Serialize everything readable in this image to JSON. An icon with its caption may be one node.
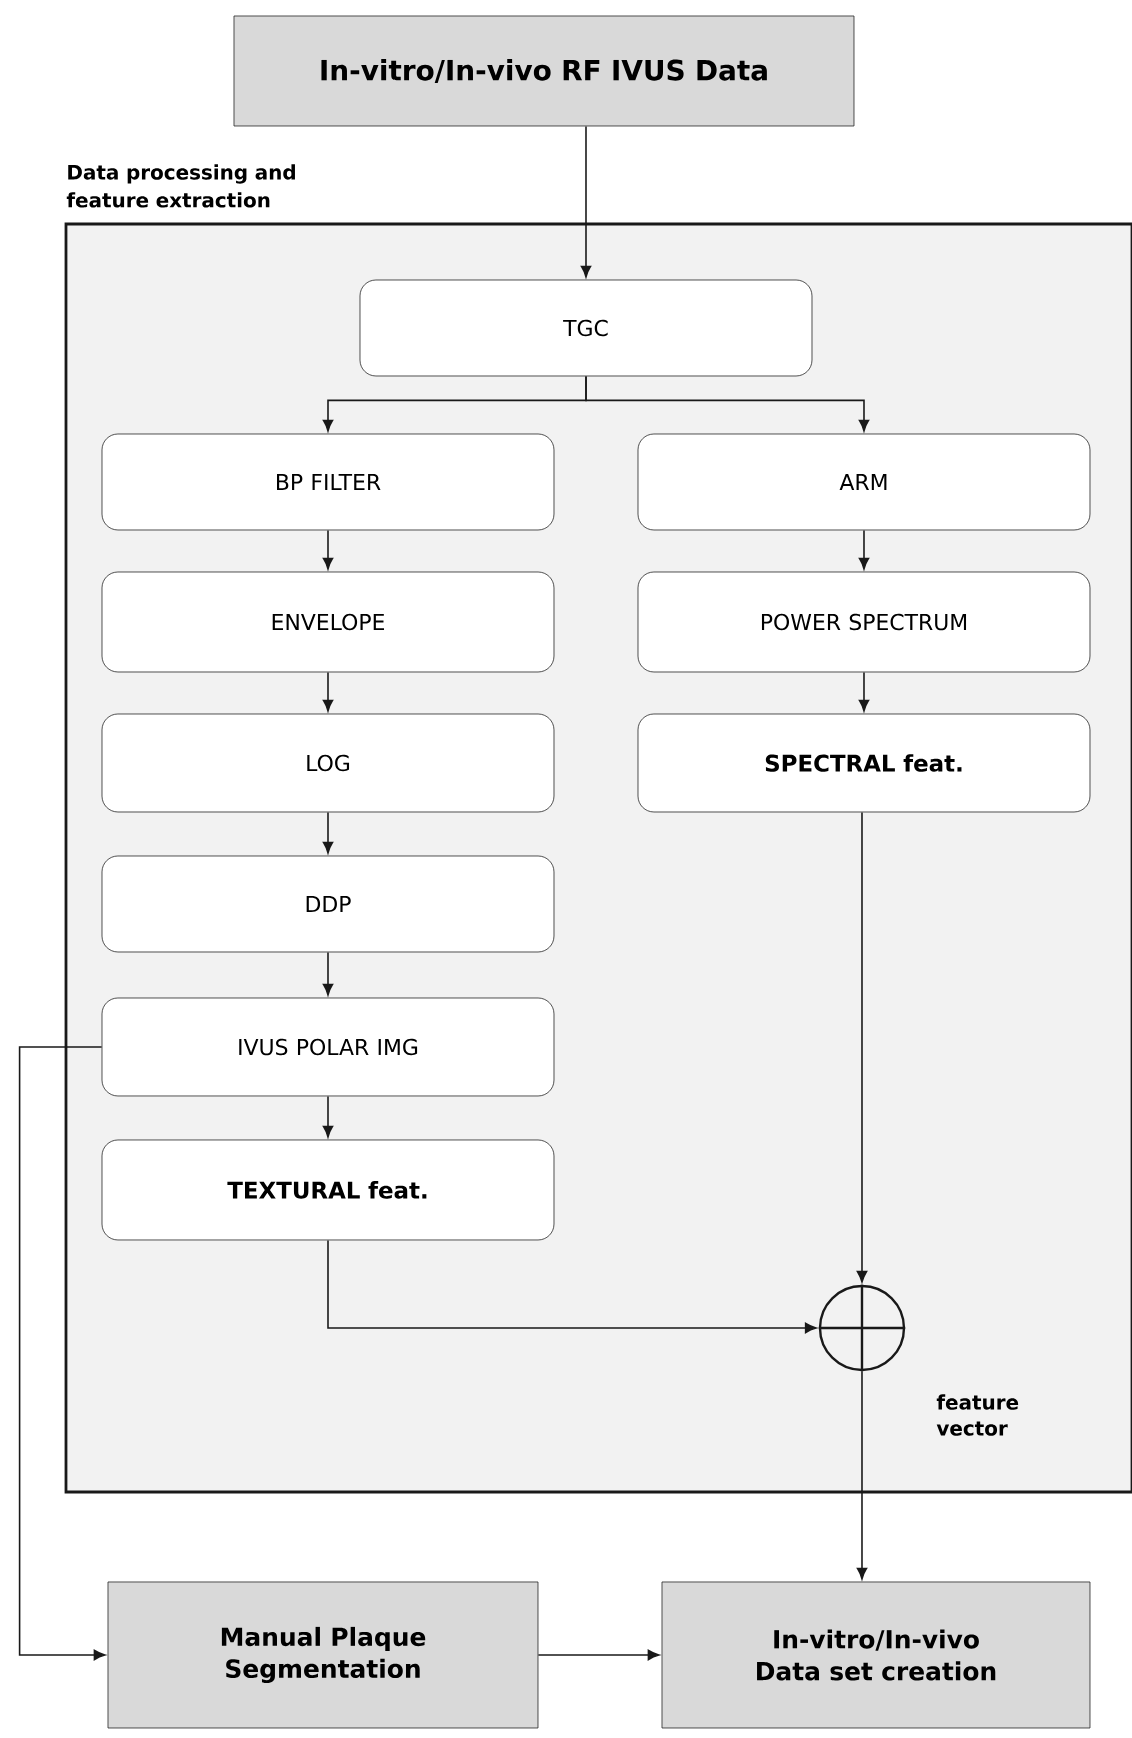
{
  "diagram": {
    "nodes": [
      {
        "text": [
          "In-vitro/In-vivo RF IVUS Data"
        ]
      },
      {
        "text": [
          "Data processing and feature extraction"
        ]
      },
      {
        "text": [
          "TGC"
        ],
        "in": 1
      },
      {
        "text": [
          "BP FILTER"
        ],
        "in": 1
      },
      {
        "text": [
          "ARM"
        ],
        "in": 1
      },
      {
        "text": [
          "ENVELOPE"
        ],
        "in": 1
      },
      {
        "text": [
          "POWER SPECTRUM"
        ],
        "in": 1
      },
      {
        "text": [
          "LOG"
        ],
        "in": 1
      },
      {
        "text": [
          "SPECTRAL feat."
        ],
        "in": 1
      },
      {
        "text": [
          "DDP"
        ],
        "in": 1
      },
      {
        "text": [
          "IVUS POLAR IMG"
        ],
        "in": 1
      },
      {
        "text": [
          "TEXTURAL feat."
        ],
        "in": 1
      },
      {
        "text": [],
        "shape": "circle",
        "in": 1,
        "beside": [
          "feature vector"
        ]
      },
      {
        "text": [
          "Manual Plaque Segmentation"
        ]
      },
      {
        "text": [
          "In-vitro/In-vivo Data set creation"
        ]
      }
    ],
    "edges": [
      {
        "from": 0,
        "to": 2,
        "arrow": "to"
      },
      {
        "from": 2,
        "to": 3,
        "arrow": "to"
      },
      {
        "from": 2,
        "to": 4,
        "arrow": "to"
      },
      {
        "from": 3,
        "to": 5,
        "arrow": "to"
      },
      {
        "from": 5,
        "to": 7,
        "arrow": "to"
      },
      {
        "from": 7,
        "to": 9,
        "arrow": "to"
      },
      {
        "from": 9,
        "to": 10,
        "arrow": "to"
      },
      {
        "from": 10,
        "to": 11,
        "arrow": "to"
      },
      {
        "from": 4,
        "to": 6,
        "arrow": "to"
      },
      {
        "from": 6,
        "to": 8,
        "arrow": "to"
      },
      {
        "from": 8,
        "to": 12,
        "arrow": "to"
      },
      {
        "from": 11,
        "to": 12,
        "arrow": "to"
      },
      {
        "from": 12,
        "to": 14,
        "arrow": "to"
      },
      {
        "from": 10,
        "to": 13,
        "arrow": "to"
      },
      {
        "from": 13,
        "to": 14,
        "arrow": "to"
      }
    ]
  }
}
